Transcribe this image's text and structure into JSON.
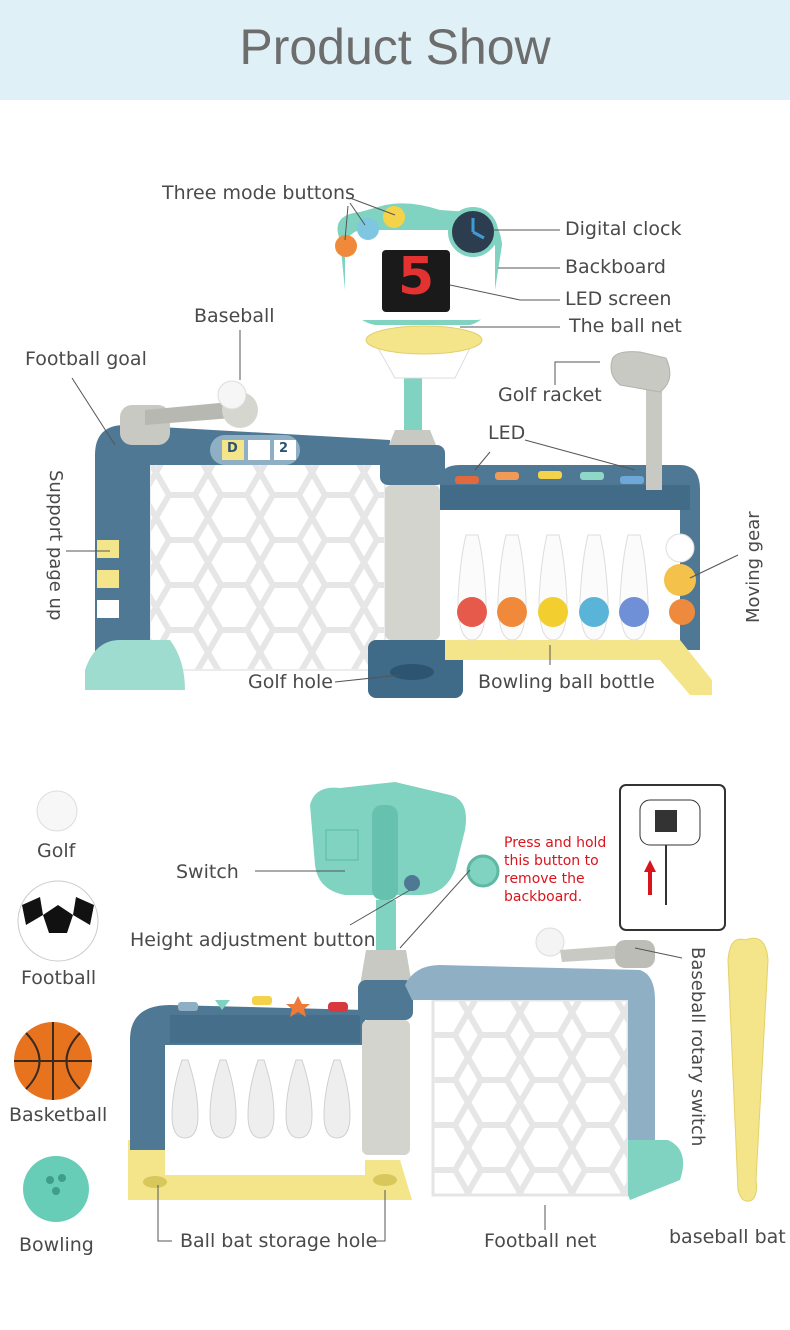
{
  "banner": {
    "title": "Product Show"
  },
  "top_labels": {
    "three_mode_buttons": "Three mode buttons",
    "digital_clock": "Digital clock",
    "backboard": "Backboard",
    "led_screen": "LED screen",
    "ball_net": "The ball net",
    "baseball": "Baseball",
    "football_goal": "Football goal",
    "golf_racket": "Golf racket",
    "led": "LED",
    "support_page_up": "Support page up",
    "moving_gear": "Moving gear",
    "golf_hole": "Golf hole",
    "bowling_ball_bottle": "Bowling ball bottle",
    "led_digit": "5",
    "counter_letter": "D",
    "counter_number": "2"
  },
  "bottom_labels": {
    "golf": "Golf",
    "football": "Football",
    "basketball": "Basketball",
    "bowling": "Bowling",
    "switch": "Switch",
    "height_adjustment_button": "Height adjustment button",
    "press_hold_note": [
      "Press and hold",
      "this button to",
      "remove the",
      "backboard."
    ],
    "baseball_rotary_switch": "Baseball rotary switch",
    "baseball_bat": "baseball bat",
    "ball_bat_storage_hole": "Ball bat storage hole",
    "football_net": "Football net"
  },
  "colors": {
    "banner_bg": "#dff1f7",
    "frame_blue": "#4f7895",
    "mint": "#7fd3c0",
    "yellow": "#f4e58a",
    "grey": "#c9c9c3",
    "red_note": "#d9141c"
  }
}
